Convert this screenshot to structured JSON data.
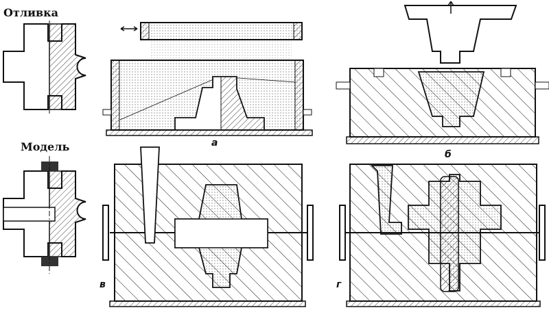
{
  "labels": {
    "casting": "Отливка",
    "model": "Модель",
    "a": "а",
    "b": "б",
    "v": "в",
    "g": "г"
  },
  "colors": {
    "ink": "#111111",
    "background": "#ffffff"
  }
}
